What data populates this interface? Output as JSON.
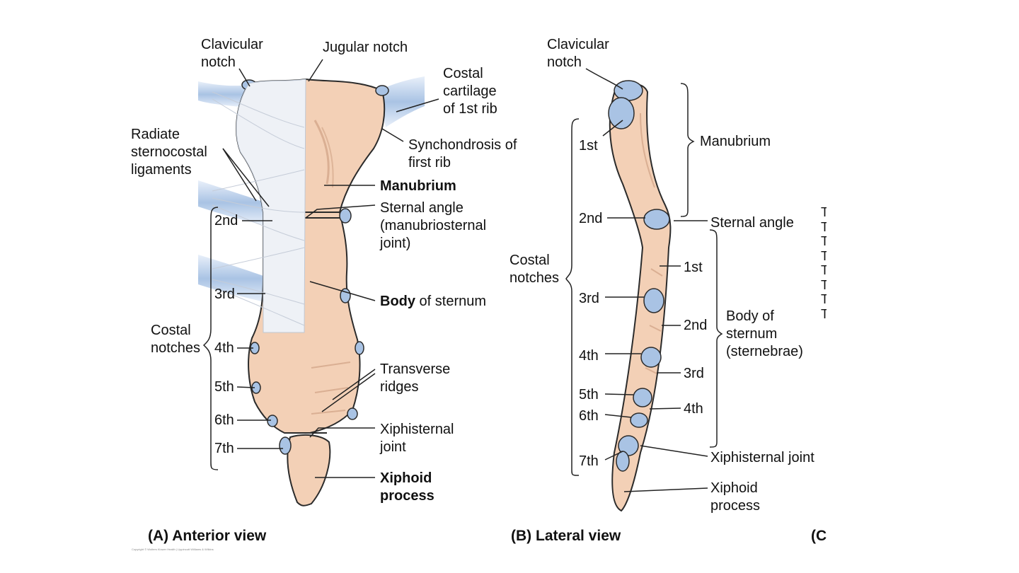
{
  "panel_a": {
    "caption": "(A)  Anterior view",
    "labels": {
      "clavicular_notch": [
        "Clavicular",
        "notch"
      ],
      "jugular_notch": "Jugular notch",
      "costal_cartilage": [
        "Costal",
        "cartilage",
        "of 1st rib"
      ],
      "radiate_ligaments": [
        "Radiate",
        "sternocostal",
        "ligaments"
      ],
      "synchondrosis": [
        "Synchondrosis of",
        "first rib"
      ],
      "manubrium": "Manubrium",
      "sternal_angle": [
        "Sternal angle",
        "(manubriosternal",
        "joint)"
      ],
      "body_bold": "Body",
      "body_rest": " of sternum",
      "transverse_ridges": [
        "Transverse",
        "ridges"
      ],
      "xiphisternal_joint": [
        "Xiphisternal",
        "joint"
      ],
      "xiphoid_process": [
        "Xiphoid",
        "process"
      ],
      "costal_notches": [
        "Costal",
        "notches"
      ],
      "notch_numbers": [
        "2nd",
        "3rd",
        "4th",
        "5th",
        "6th",
        "7th"
      ]
    }
  },
  "panel_b": {
    "caption": "(B)  Lateral view",
    "labels": {
      "clavicular_notch": [
        "Clavicular",
        "notch"
      ],
      "manubrium": "Manubrium",
      "sternal_angle": "Sternal angle",
      "costal_notches": [
        "Costal",
        "notches"
      ],
      "body_of_sternum": [
        "Body of",
        "sternum",
        "(sternebrae)"
      ],
      "xiphisternal_joint": "Xiphisternal joint",
      "xiphoid_process": [
        "Xiphoid",
        "process"
      ],
      "notch_numbers": [
        "1st",
        "2nd",
        "3rd",
        "4th",
        "5th",
        "6th",
        "7th"
      ],
      "sternebrae_numbers": [
        "1st",
        "2nd",
        "3rd",
        "4th"
      ]
    }
  },
  "panel_c": {
    "caption": "(C",
    "cut_letters": [
      "T",
      "T",
      "T",
      "T",
      "T",
      "T",
      "T",
      "T"
    ]
  },
  "copyright": "Copyright © Wolters Kluwer Health | Lippincott Williams & Wilkins",
  "colors": {
    "bone": "#f3d0b6",
    "bone_shadow": "#e2b293",
    "cartilage": "#a9c3e4",
    "ligament": "#eef1f6",
    "outline": "#2b2b2b"
  }
}
